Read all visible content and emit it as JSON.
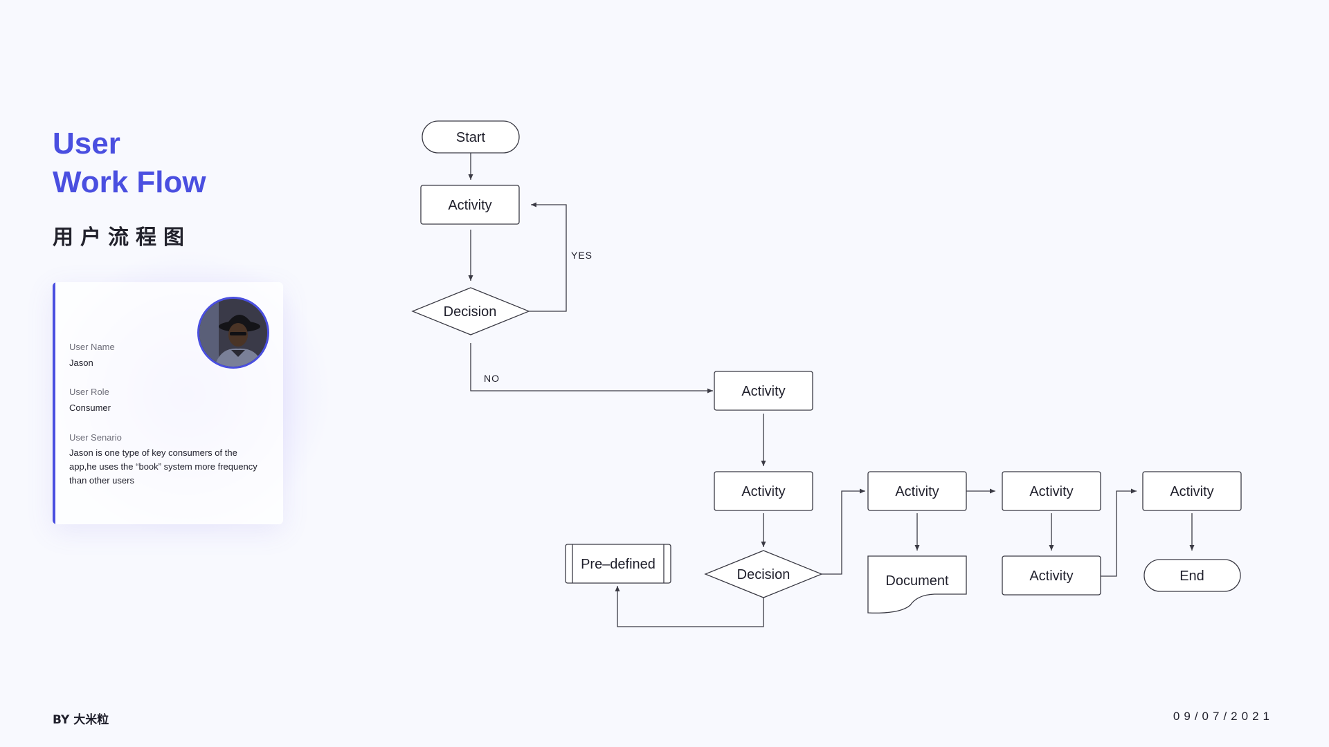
{
  "header": {
    "title_line1": "User",
    "title_line2": "Work Flow",
    "subtitle": "用户流程图"
  },
  "user_card": {
    "name_label": "User Name",
    "name_value": "Jason",
    "role_label": "User Role",
    "role_value": "Consumer",
    "scenario_label": "User Senario",
    "scenario_value": "Jason is one type of key consumers of the app,he uses the “book” system more frequency than other users",
    "accent_color": "#4a4fe0"
  },
  "flow": {
    "nodes": {
      "start": "Start",
      "activity1": "Activity",
      "decision1": "Decision",
      "activity2": "Activity",
      "activity3": "Activity",
      "decision2": "Decision",
      "predefined": "Pre–defined",
      "activity4": "Activity",
      "document": "Document",
      "activity5": "Activity",
      "activity6": "Activity",
      "activity7": "Activity",
      "end": "End"
    },
    "edge_labels": {
      "yes": "YES",
      "no": "NO"
    }
  },
  "footer": {
    "by": "BY 大米粒",
    "date": "09/07/2021"
  }
}
